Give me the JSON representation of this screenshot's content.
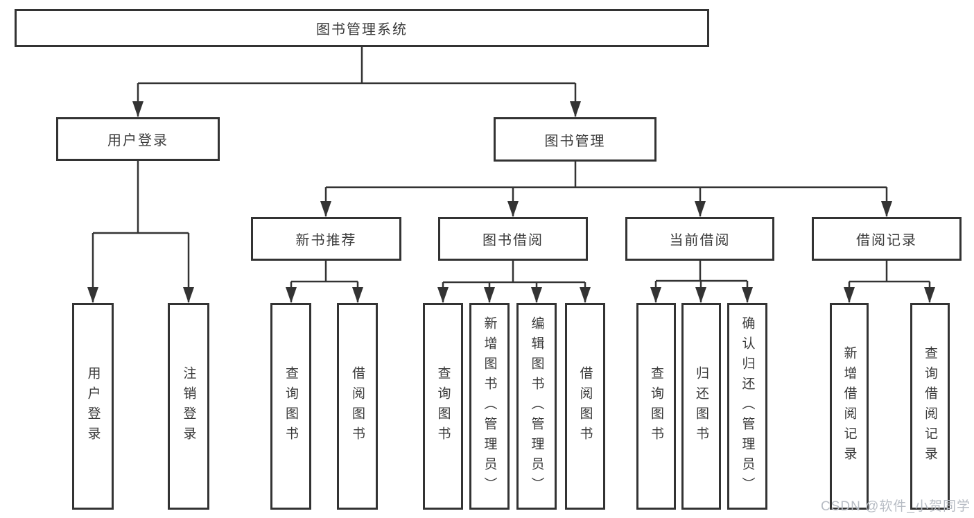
{
  "nodes": {
    "root": "图书管理系统",
    "user_login_branch": "用户登录",
    "book_mgmt_branch": "图书管理",
    "new_book_rec": "新书推荐",
    "book_borrow": "图书借阅",
    "current_borrow": "当前借阅",
    "borrow_records": "借阅记录",
    "leaf_user_login": "用户登录",
    "leaf_logout": "注销登录",
    "leaf_rec_query_book": "查询图书",
    "leaf_rec_borrow_book": "借阅图书",
    "leaf_bb_query_book": "查询图书",
    "leaf_bb_add_book": "新增图书（管理员）",
    "leaf_bb_edit_book": "编辑图书（管理员）",
    "leaf_bb_borrow_book": "借阅图书",
    "leaf_cb_query_book": "查询图书",
    "leaf_cb_return_book": "归还图书",
    "leaf_cb_confirm_return": "确认归还（管理员）",
    "leaf_br_add_record": "新增借阅记录",
    "leaf_br_query_record": "查询借阅记录"
  },
  "hierarchy": {
    "图书管理系统": {
      "用户登录": [
        "用户登录",
        "注销登录"
      ],
      "图书管理": {
        "新书推荐": [
          "查询图书",
          "借阅图书"
        ],
        "图书借阅": [
          "查询图书",
          "新增图书（管理员）",
          "编辑图书（管理员）",
          "借阅图书"
        ],
        "当前借阅": [
          "查询图书",
          "归还图书",
          "确认归还（管理员）"
        ],
        "借阅记录": [
          "新增借阅记录",
          "查询借阅记录"
        ]
      }
    }
  },
  "watermark": "CSDN @软件_小贺同学",
  "colors": {
    "line": "#333333",
    "text": "#3a3a3a",
    "watermark": "#b7bcc4",
    "background": "#ffffff"
  }
}
